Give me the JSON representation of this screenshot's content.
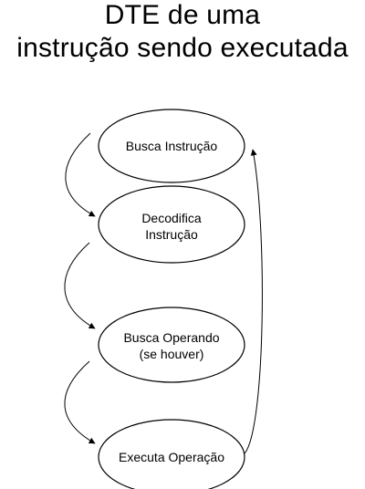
{
  "title": {
    "line1": "DTE de uma",
    "line2": "instrução sendo executada"
  },
  "states": [
    {
      "id": "fetch",
      "lines": [
        "Busca Instrução"
      ]
    },
    {
      "id": "decode",
      "lines": [
        "Decodifica",
        "Instrução"
      ]
    },
    {
      "id": "operand",
      "lines": [
        "Busca Operando",
        "(se houver)"
      ]
    },
    {
      "id": "execute",
      "lines": [
        "Executa Operação"
      ]
    }
  ],
  "colors": {
    "stroke": "#000000",
    "background": "#ffffff"
  }
}
